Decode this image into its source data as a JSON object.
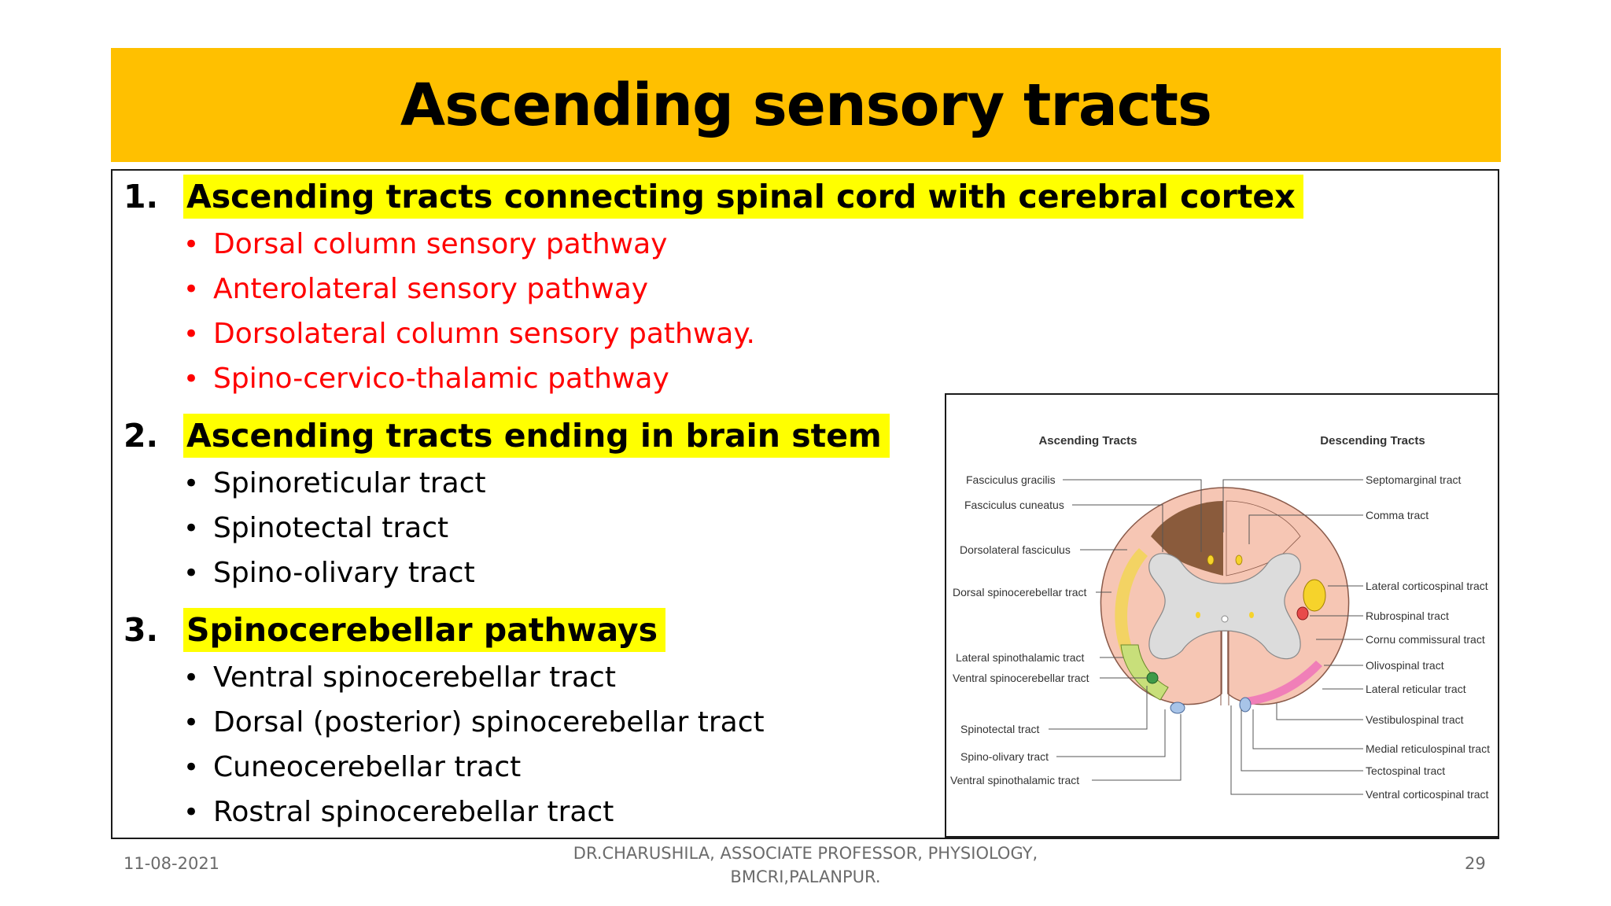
{
  "title": "Ascending sensory tracts",
  "sections": [
    {
      "number": "1.",
      "heading": "Ascending tracts connecting spinal cord with cerebral cortex",
      "items": [
        "Dorsal column sensory pathway",
        "Anterolateral sensory pathway",
        "Dorsolateral column sensory pathway.",
        "Spino-cervico-thalamic pathway"
      ]
    },
    {
      "number": "2.",
      "heading": "Ascending tracts ending in brain stem",
      "items": [
        "Spinoreticular tract",
        "Spinotectal tract",
        "Spino-olivary tract"
      ]
    },
    {
      "number": "3.",
      "heading": "Spinocerebellar pathways",
      "items": [
        "Ventral spinocerebellar tract",
        "Dorsal (posterior) spinocerebellar tract",
        "Cuneocerebellar tract",
        "Rostral spinocerebellar tract"
      ]
    }
  ],
  "diagram": {
    "ascending_heading": "Ascending Tracts",
    "descending_heading": "Descending Tracts",
    "left_labels": [
      "Fasciculus gracilis",
      "Fasciculus cuneatus",
      "Dorsolateral fasciculus",
      "Dorsal spinocerebellar tract",
      "Lateral spinothalamic tract",
      "Ventral spinocerebellar tract",
      "Spinotectal tract",
      "Spino-olivary tract",
      "Ventral spinothalamic tract"
    ],
    "right_labels": [
      "Septomarginal tract",
      "Comma tract",
      "Lateral corticospinal tract",
      "Rubrospinal tract",
      "Cornu commissural tract",
      "Olivospinal tract",
      "Lateral reticular tract",
      "Vestibulospinal tract",
      "Medial reticulospinal tract",
      "Tectospinal tract",
      "Ventral corticospinal tract"
    ]
  },
  "footer": {
    "date": "11-08-2021",
    "author_line1": "DR.CHARUSHILA, ASSOCIATE PROFESSOR, PHYSIOLOGY,",
    "author_line2": "BMCRI,PALANPUR.",
    "page_number": "29"
  },
  "colors": {
    "title_bar": "#ffc000",
    "highlight": "#ffff00",
    "red_text": "#ff0000"
  }
}
